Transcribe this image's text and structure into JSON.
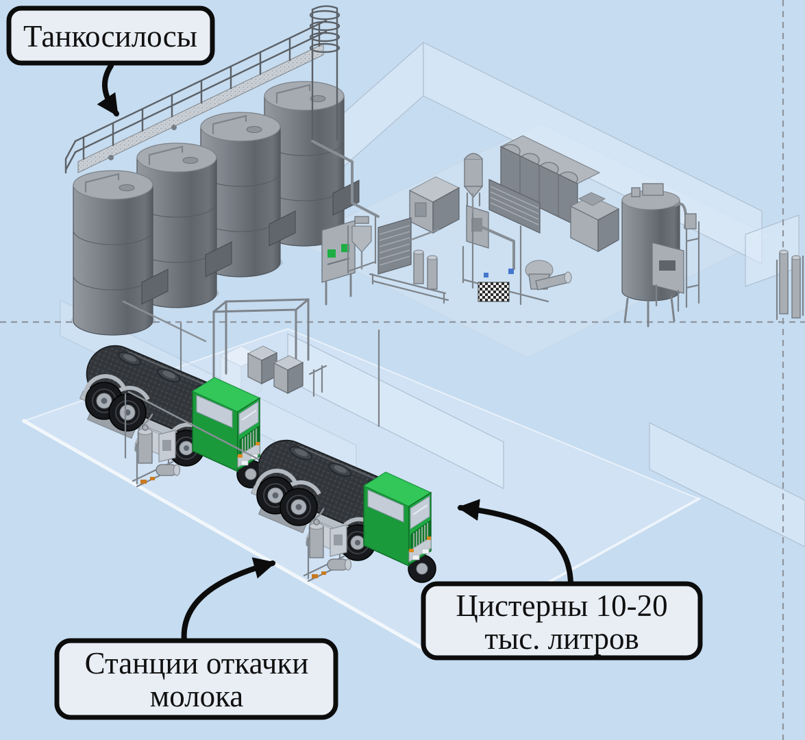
{
  "callouts": {
    "tank_silos": {
      "label": "Танкосилосы"
    },
    "pumping_stations": {
      "line1": "Станции откачки",
      "line2": "молока"
    },
    "cisterns": {
      "line1": "Цистерны 10-20",
      "line2": "тыс. литров"
    }
  },
  "scene_objects": [
    "tank-silos",
    "silo-catwalk",
    "processing-equipment",
    "milk-tanker-truck-1",
    "milk-tanker-truck-2",
    "milk-pumping-station-1",
    "milk-pumping-station-2"
  ],
  "colors": {
    "background": "#c6dcf0",
    "callout_fill": "#e9eef5",
    "callout_border": "#0c0c0c",
    "truck_cab_green": "#1da843",
    "hose_blue": "#2b5fd0",
    "silo_gray": "#7b8087",
    "dashed_guide": "#8e959e"
  }
}
